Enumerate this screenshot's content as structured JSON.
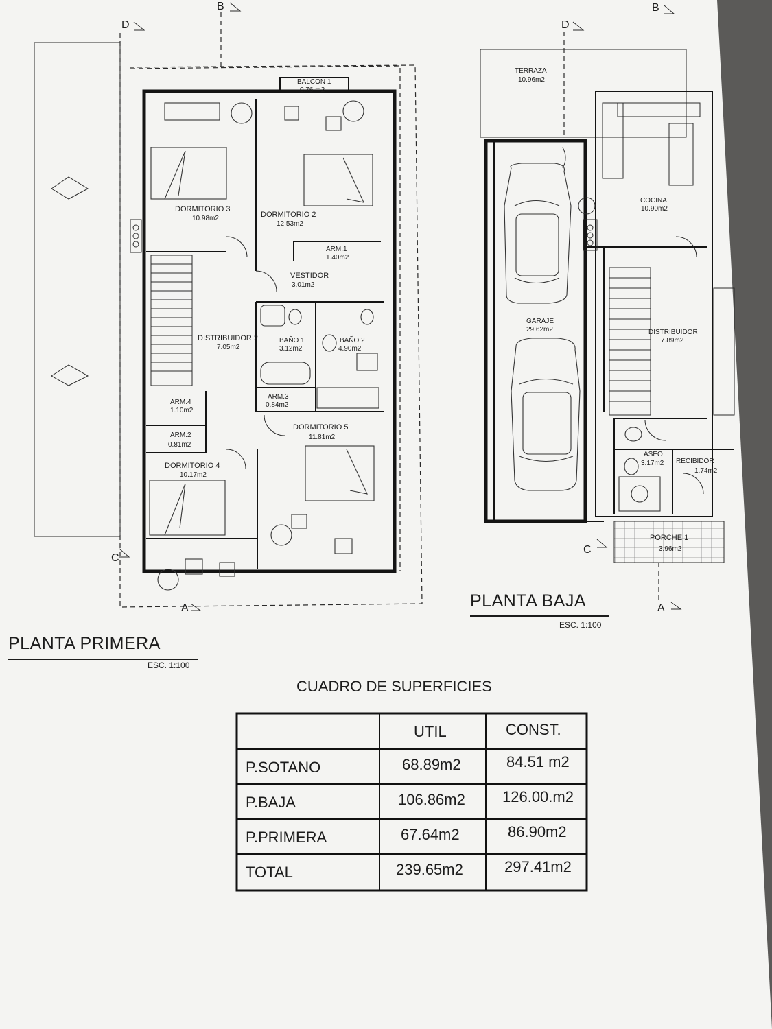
{
  "plans": {
    "primera": {
      "title": "PLANTA PRIMERA",
      "scale": "ESC. 1:100",
      "rooms": [
        {
          "name": "BALCON 1",
          "area": "0.76 m2"
        },
        {
          "name": "DORMITORIO 3",
          "area": "10.98m2"
        },
        {
          "name": "DORMITORIO 2",
          "area": "12.53m2"
        },
        {
          "name": "ARM.1",
          "area": "1.40m2"
        },
        {
          "name": "VESTIDOR",
          "area": "3.01m2"
        },
        {
          "name": "DISTRIBUIDOR 2",
          "area": "7.05m2"
        },
        {
          "name": "BAÑO 1",
          "area": "3.12m2"
        },
        {
          "name": "BAÑO 2",
          "area": "4.90m2"
        },
        {
          "name": "ARM.3",
          "area": "0.84m2"
        },
        {
          "name": "ARM.4",
          "area": "1.10m2"
        },
        {
          "name": "ARM.2",
          "area": "0.81m2"
        },
        {
          "name": "DORMITORIO 5",
          "area": "11.81m2"
        },
        {
          "name": "DORMITORIO 4",
          "area": "10.17m2"
        }
      ]
    },
    "baja": {
      "title": "PLANTA BAJA",
      "scale": "ESC. 1:100",
      "rooms": [
        {
          "name": "TERRAZA",
          "area": "10.96m2"
        },
        {
          "name": "COCINA",
          "area": "10.90m2"
        },
        {
          "name": "GARAJE",
          "area": "29.62m2"
        },
        {
          "name": "DISTRIBUIDOR",
          "area": "7.89m2"
        },
        {
          "name": "ASEO",
          "area": "3.17m2"
        },
        {
          "name": "RECIBIDOR",
          "area": "1.74m2"
        },
        {
          "name": "PORCHE 1",
          "area": "3.96m2"
        }
      ]
    }
  },
  "section_marks": {
    "a": "A",
    "b": "B",
    "c": "C",
    "d": "D"
  },
  "table": {
    "title": "CUADRO DE SUPERFICIES",
    "headers": [
      "",
      "UTIL",
      "CONST."
    ],
    "rows": [
      [
        "P.SOTANO",
        "68.89m2",
        "84.51 m2"
      ],
      [
        "P.BAJA",
        "106.86m2",
        "126.00.m2"
      ],
      [
        "P.PRIMERA",
        "67.64m2",
        "86.90m2"
      ],
      [
        "TOTAL",
        "239.65m2",
        "297.41m2"
      ]
    ]
  },
  "colors": {
    "paper": "#f4f4f2",
    "ink": "#1d1d1d",
    "background": "#5b5a58"
  }
}
